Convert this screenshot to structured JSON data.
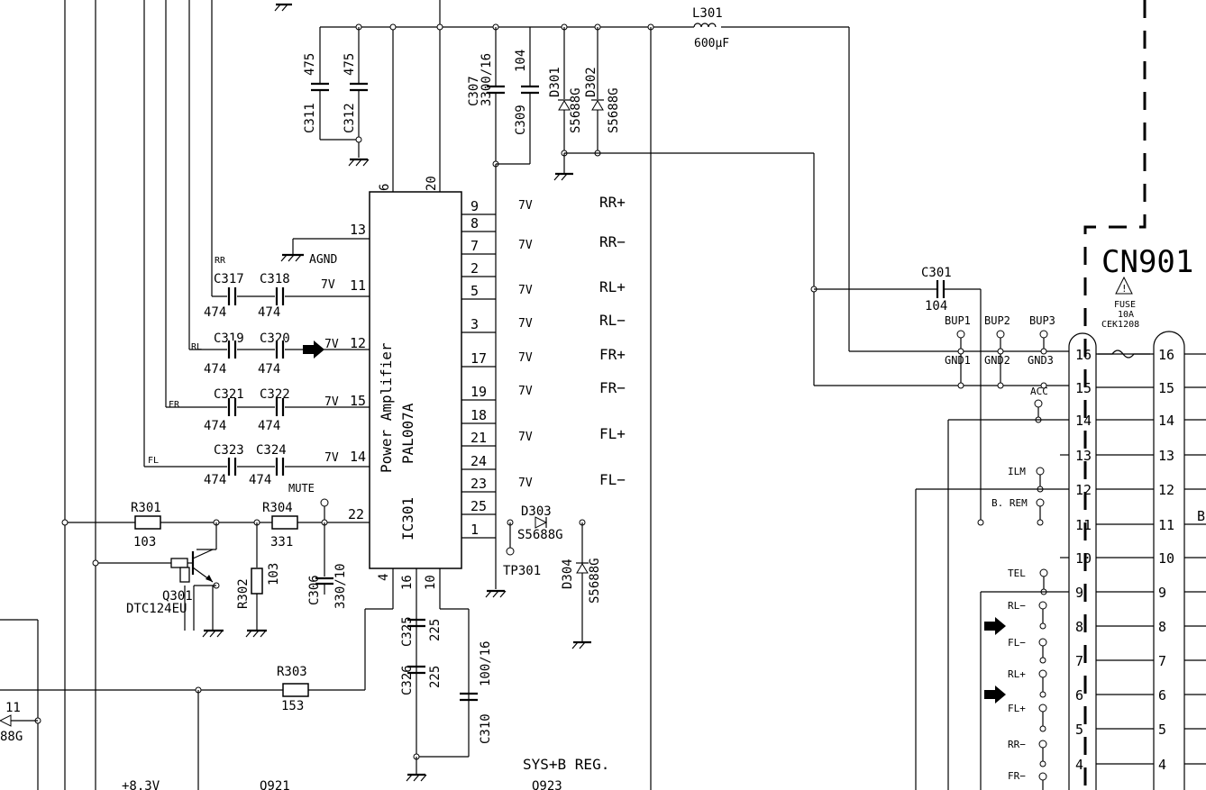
{
  "ic": {
    "ref": "IC301",
    "part": "PAL007A",
    "function": "Power Amplifier",
    "top_pins": [
      "6",
      "20"
    ],
    "bottom_pins": [
      "4",
      "16",
      "10"
    ],
    "left_pins": [
      {
        "pin": "13",
        "in": ""
      },
      {
        "pin": "11",
        "in": "7V"
      },
      {
        "pin": "12",
        "in": "7V"
      },
      {
        "pin": "15",
        "in": "7V"
      },
      {
        "pin": "14",
        "in": "7V"
      },
      {
        "pin": "22",
        "in": ""
      }
    ],
    "right_pins": [
      {
        "pin": "9",
        "v": "7V",
        "sig": "RR+"
      },
      {
        "pin": "8",
        "v": "",
        "sig": ""
      },
      {
        "pin": "7",
        "v": "7V",
        "sig": "RR−"
      },
      {
        "pin": "2",
        "v": "",
        "sig": ""
      },
      {
        "pin": "5",
        "v": "7V",
        "sig": "RL+"
      },
      {
        "pin": "3",
        "v": "7V",
        "sig": "RL−"
      },
      {
        "pin": "17",
        "v": "7V",
        "sig": "FR+"
      },
      {
        "pin": "19",
        "v": "7V",
        "sig": "FR−"
      },
      {
        "pin": "18",
        "v": "",
        "sig": ""
      },
      {
        "pin": "21",
        "v": "7V",
        "sig": "FL+"
      },
      {
        "pin": "24",
        "v": "",
        "sig": ""
      },
      {
        "pin": "23",
        "v": "7V",
        "sig": "FL−"
      },
      {
        "pin": "25",
        "v": "",
        "sig": ""
      },
      {
        "pin": "1",
        "v": "",
        "sig": ""
      }
    ]
  },
  "inputs": [
    {
      "ch": "RR",
      "c1": "C317",
      "c2": "C318",
      "v1": "474",
      "v2": "474"
    },
    {
      "ch": "RL",
      "c1": "C319",
      "c2": "C320",
      "v1": "474",
      "v2": "474"
    },
    {
      "ch": "FR",
      "c1": "C321",
      "c2": "C322",
      "v1": "474",
      "v2": "474"
    },
    {
      "ch": "FL",
      "c1": "C323",
      "c2": "C324",
      "v1": "474",
      "v2": "474"
    }
  ],
  "labels": {
    "agnd": "AGND",
    "mute": "MUTE",
    "sys": "SYS+B REG.",
    "q923": "Q923",
    "left_ref1": "11",
    "left_ref2": "88G",
    "partial1": "+8.3V",
    "partial2": "Q921"
  },
  "components": {
    "r301": {
      "ref": "R301",
      "val": "103"
    },
    "r304": {
      "ref": "R304",
      "val": "331"
    },
    "r302": {
      "ref": "R302",
      "val": "103"
    },
    "r303": {
      "ref": "R303",
      "val": "153"
    },
    "q301": {
      "ref": "Q301",
      "part": "DTC124EU"
    },
    "c306": {
      "ref": "C306",
      "val": "330/10"
    },
    "c325": {
      "ref": "C325",
      "val": "225"
    },
    "c326": {
      "ref": "C326",
      "val": "225"
    },
    "c310": {
      "ref": "C310",
      "val": "100/16"
    },
    "c311": {
      "ref": "C311",
      "val": "475"
    },
    "c312": {
      "ref": "C312",
      "val": "475"
    },
    "c307": {
      "ref": "C307",
      "val": "3300/16"
    },
    "c309": {
      "ref": "C309",
      "val": "104"
    },
    "d301": {
      "ref": "D301",
      "val": "S5688G"
    },
    "d302": {
      "ref": "D302",
      "val": "S5688G"
    },
    "d303": {
      "ref": "D303",
      "val": "S5688G"
    },
    "d304": {
      "ref": "D304",
      "val": "S5688G"
    },
    "tp301": {
      "ref": "TP301"
    },
    "l301": {
      "ref": "L301",
      "val": "600μF"
    },
    "c301": {
      "ref": "C301",
      "val": "104"
    }
  },
  "connector": {
    "ref": "CN901",
    "fuse_label": "FUSE",
    "fuse_val": "10A",
    "fuse_part": "CEK1208",
    "pins": [
      "16",
      "15",
      "14",
      "13",
      "12",
      "11",
      "10",
      "9",
      "8",
      "7",
      "6",
      "5",
      "4"
    ],
    "right_partial": "B",
    "sig_labels": [
      {
        "pin": "16",
        "top": "BUP1 BUP2 BUP3",
        "bottom": ""
      },
      {
        "pin": "15",
        "top": "GND1 GND2 GND3",
        "bottom": ""
      },
      {
        "pin": "14",
        "top": "ACC",
        "bottom": ""
      },
      {
        "pin": "12",
        "top": "ILM",
        "bottom": ""
      },
      {
        "pin": "11",
        "top": "B. REM",
        "bottom": ""
      },
      {
        "pin": "9",
        "top": "TEL",
        "bottom": ""
      },
      {
        "pin": "8",
        "top": "RL−",
        "bottom": ""
      },
      {
        "pin": "7",
        "top": "FL−",
        "bottom": ""
      },
      {
        "pin": "6",
        "top": "RL+",
        "bottom": ""
      },
      {
        "pin": "5",
        "top": "FL+",
        "bottom": ""
      },
      {
        "pin": "4",
        "top": "RR−",
        "bottom": ""
      },
      {
        "pin": "3",
        "top": "FR−",
        "bottom": ""
      }
    ],
    "bup": [
      "BUP1",
      "BUP2",
      "BUP3"
    ],
    "gnd": [
      "GND1",
      "GND2",
      "GND3"
    ]
  }
}
